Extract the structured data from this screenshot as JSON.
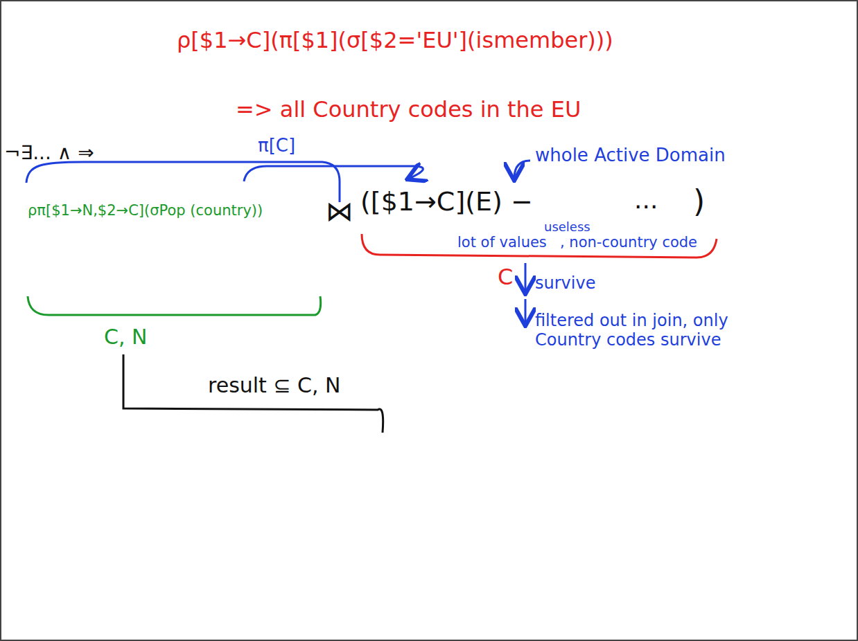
{
  "diagram": {
    "labels": [
      "ρ[$1→C](π[$1](σ[$2='EU'](ismember)))",
      "=> all Country codes in the EU",
      "¬∃... ∧ ⇒",
      "π[C]",
      "whole Active Domain",
      "ρπ[$1→N,$2→C](σPop (country))",
      "⋈",
      "([$1→C](E) −",
      "...",
      ")",
      "useless",
      "lot of values",
      ", non-country code",
      "C, N",
      "C",
      "survive",
      "result ⊆ C, N",
      "filtered out in join, only Country codes survive"
    ]
  }
}
